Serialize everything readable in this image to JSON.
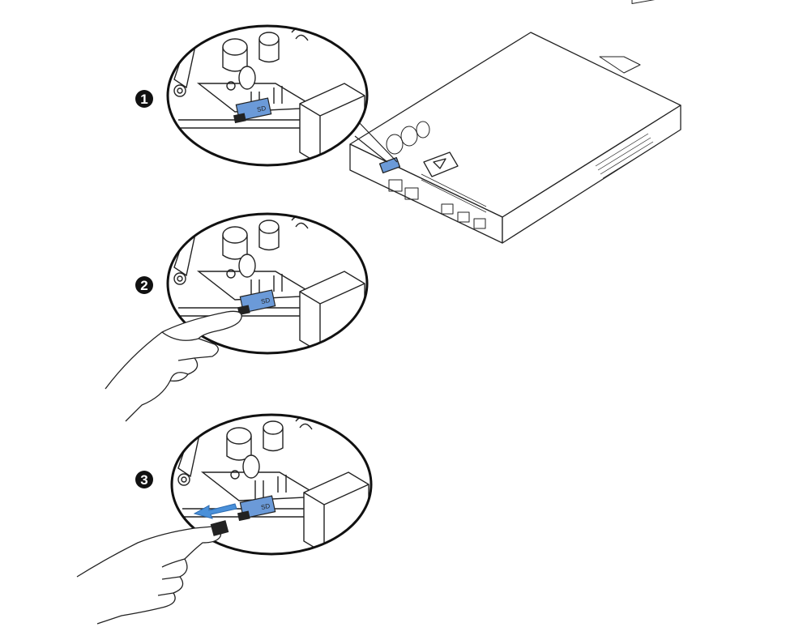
{
  "steps": [
    {
      "number": "1",
      "action": "locate",
      "card_label": "SD"
    },
    {
      "number": "2",
      "action": "push",
      "card_label": "SD"
    },
    {
      "number": "3",
      "action": "remove",
      "card_label": "SD"
    }
  ],
  "colors": {
    "line": "#222222",
    "card_blue": "#6b9ad8",
    "card_blue_dark": "#3f6fb0",
    "badge": "#111111",
    "badge_text": "#ffffff",
    "arrow": "#4a90d9"
  },
  "icons": [
    "step-number-badge",
    "push-arrow-icon",
    "sd-card-icon",
    "hand-icon",
    "callout-leader-line"
  ]
}
